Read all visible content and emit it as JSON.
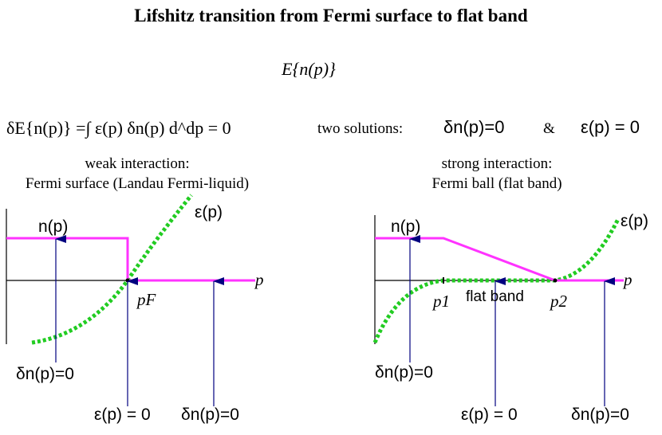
{
  "title": "Lifshitz transition from Fermi surface to flat band",
  "functional": "E{n(p)}",
  "variation_equation": "δE{n(p)} =∫ ε(p) δn(p) d^dp = 0",
  "solutions_label": "two solutions:",
  "solution_1": "δn(p)=0",
  "ampersand": "&",
  "solution_2": "ε(p) = 0",
  "left_panel": {
    "caption_line1": "weak interaction:",
    "caption_line2": "Fermi surface (Landau Fermi-liquid)",
    "n_label": "n(p)",
    "eps_label": "ε(p)",
    "p_label": "p",
    "pF_label": "pF",
    "bottom_left": "δn(p)=0",
    "bottom_mid": "ε(p) = 0",
    "bottom_right": "δn(p)=0"
  },
  "right_panel": {
    "caption_line1": "strong interaction:",
    "caption_line2": "Fermi ball (flat band)",
    "n_label": "n(p)",
    "eps_label": "ε(p)",
    "p_label": "p",
    "p1_label": "p1",
    "p2_label": "p2",
    "flat_band_label": "flat  band",
    "bottom_left": "δn(p)=0",
    "bottom_mid": "ε(p) = 0",
    "bottom_right": "δn(p)=0"
  },
  "colors": {
    "occupation": "#ff33ff",
    "energy": "#22cc22",
    "arrow": "#000080",
    "axis": "#000000"
  }
}
